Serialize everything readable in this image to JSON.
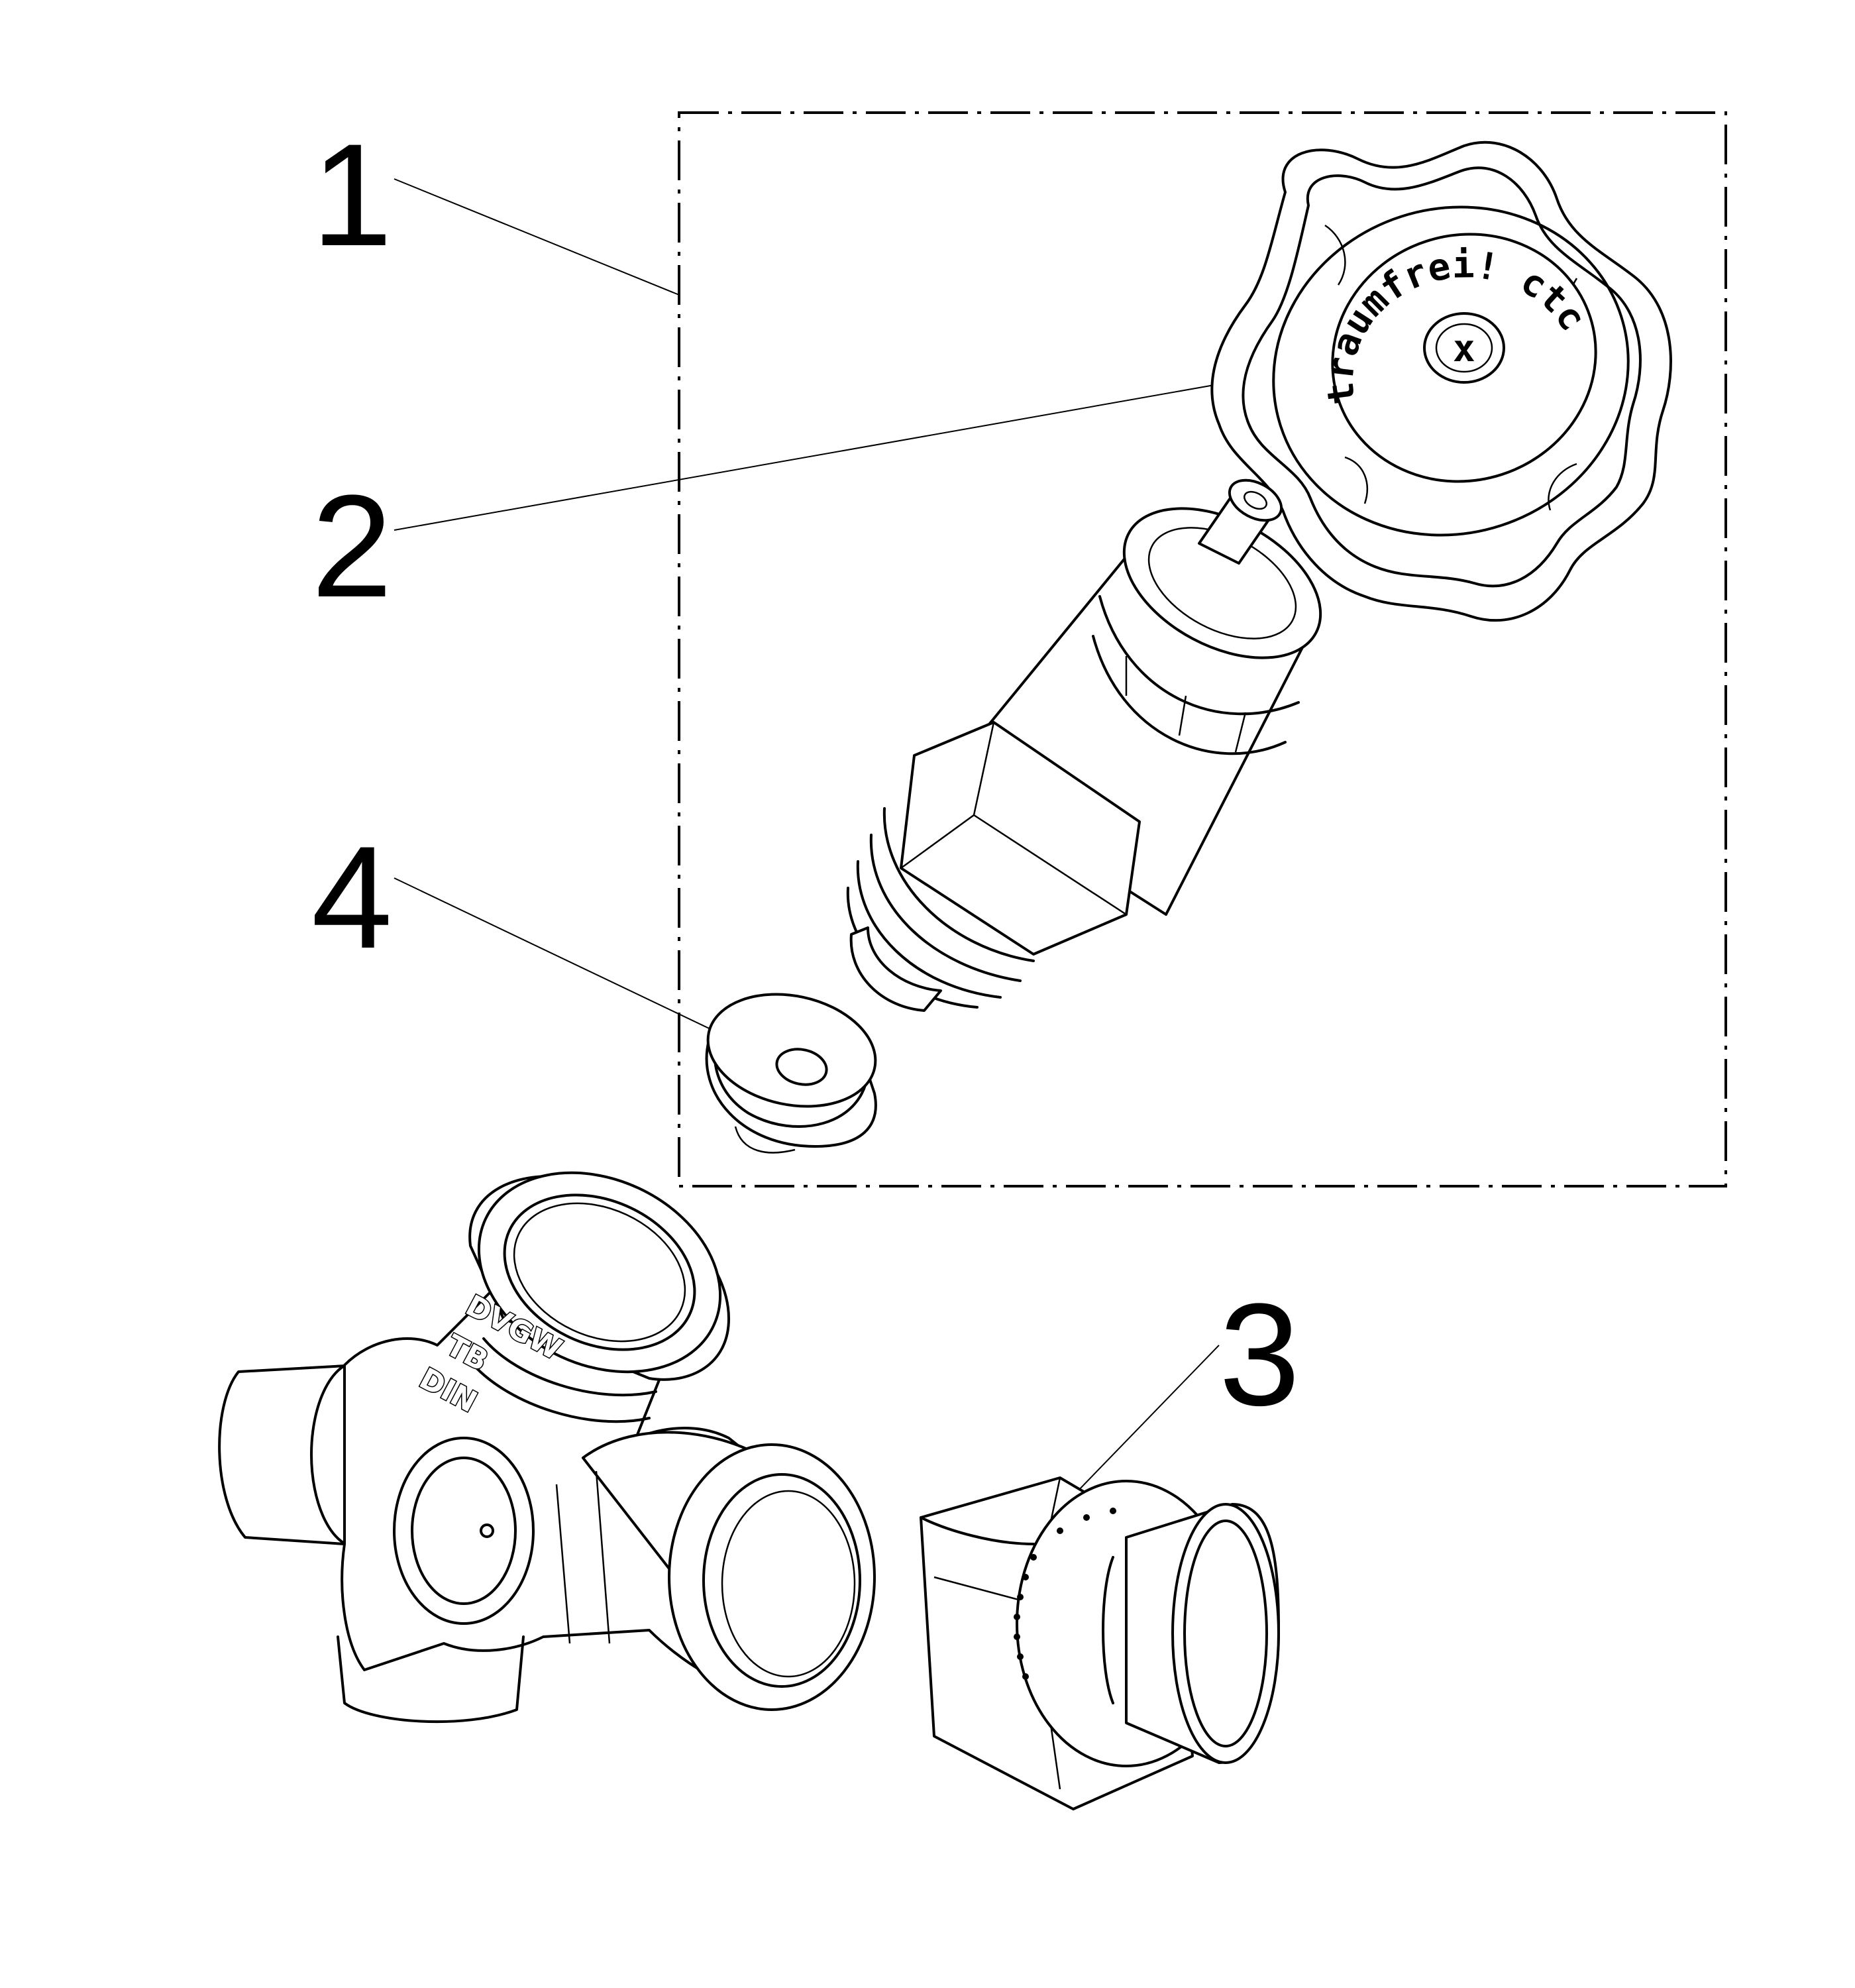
{
  "callouts": [
    {
      "id": "1",
      "label": "1"
    },
    {
      "id": "2",
      "label": "2"
    },
    {
      "id": "3",
      "label": "3"
    },
    {
      "id": "4",
      "label": "4"
    }
  ],
  "handwheel": {
    "logo_text": "traumfrei! ctc",
    "center_mark": "x"
  },
  "valve_body": {
    "stamp_lines": [
      "DVGW",
      "TB",
      "DIN"
    ]
  }
}
